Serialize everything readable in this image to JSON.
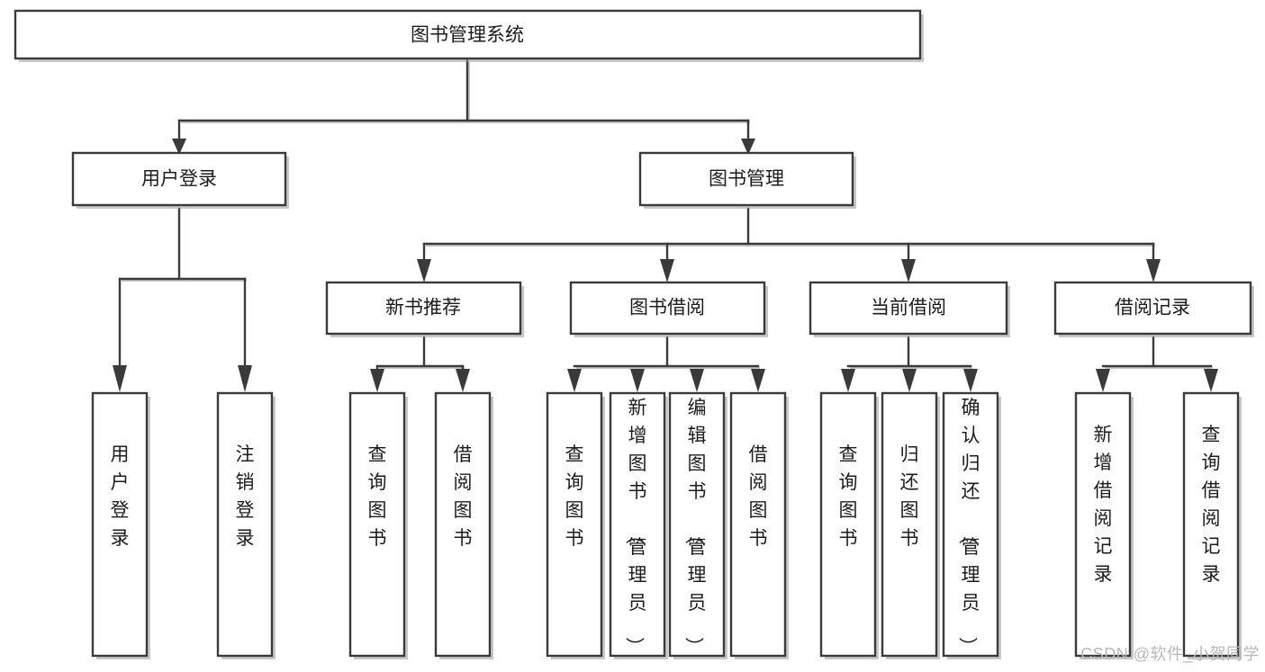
{
  "diagram": {
    "type": "tree-hierarchy",
    "title": "图书管理系统",
    "watermark": "CSDN @软件_小贺同学",
    "colors": {
      "background": "#ffffff",
      "box_fill": "#ffffff",
      "box_stroke": "#3a3a3a",
      "line": "#3a3a3a",
      "text": "#1c1c1c",
      "watermark": "#b9b9b9"
    },
    "root": {
      "label": "图书管理系统"
    },
    "level2": [
      {
        "label": "用户登录"
      },
      {
        "label": "图书管理"
      }
    ],
    "level3": [
      {
        "label": "新书推荐"
      },
      {
        "label": "图书借阅"
      },
      {
        "label": "当前借阅"
      },
      {
        "label": "借阅记录"
      }
    ],
    "leaves": {
      "user_login": [
        {
          "label": "用户登录"
        },
        {
          "label": "注销登录"
        }
      ],
      "new_book_recommend": [
        {
          "label": "查询图书"
        },
        {
          "label": "借阅图书"
        }
      ],
      "book_borrow": [
        {
          "label": "查询图书"
        },
        {
          "label": "新增图书（管理员）"
        },
        {
          "label": "编辑图书（管理员）"
        },
        {
          "label": "借阅图书"
        }
      ],
      "current_borrow": [
        {
          "label": "查询图书"
        },
        {
          "label": "归还图书"
        },
        {
          "label": "确认归还（管理员）"
        }
      ],
      "borrow_record": [
        {
          "label": "新增借阅记录"
        },
        {
          "label": "查询借阅记录"
        }
      ]
    }
  }
}
